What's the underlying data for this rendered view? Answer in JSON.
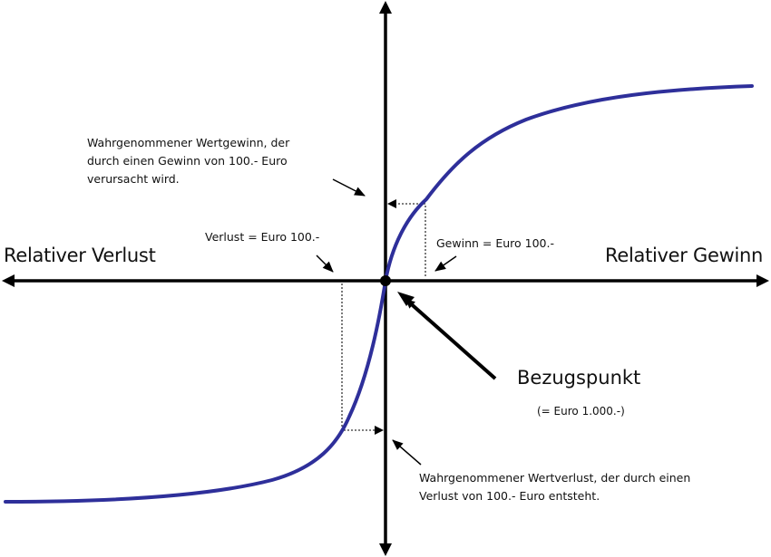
{
  "diagram": {
    "title": "Wertfunktion (Prospect Theory)",
    "axes": {
      "x_left_label": "Relativer Verlust",
      "x_right_label": "Relativer Gewinn"
    },
    "reference_point": {
      "label": "Bezugspunkt",
      "value": "(= Euro 1.000.-)"
    },
    "gain_marker": {
      "label": "Gewinn = Euro 100.-"
    },
    "loss_marker": {
      "label": "Verlust = Euro 100.-"
    },
    "gain_note": {
      "lines": [
        "Wahrgenommener Wertgewinn, der",
        "durch einen Gewinn von 100.- Euro",
        "verursacht wird."
      ]
    },
    "loss_note": {
      "lines": [
        "Wahrgenommener Wertverlust, der durch einen",
        "Verlust von 100.- Euro entsteht."
      ]
    },
    "colors": {
      "curve": "#2e2f9a",
      "axis": "#000000",
      "text": "#111111"
    }
  }
}
